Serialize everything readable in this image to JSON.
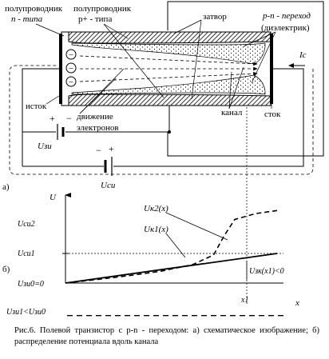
{
  "diagram_a": {
    "labels": {
      "n_semiconductor_line1": "полупроводник",
      "n_semiconductor_line2": "n - типа",
      "p_semiconductor_line1": "полупроводник",
      "p_semiconductor_line2": "p+ - типа",
      "gate": "затвор",
      "pn_junction_line1": "p-n - переход",
      "pn_junction_line2": "(диэлектрик)",
      "source": "исток",
      "drain": "сток",
      "electron_motion_line1": "движение",
      "electron_motion_line2": "электронов",
      "channel": "канал",
      "drain_current": "Ic",
      "gate_voltage": "Uзи",
      "drain_voltage": "Uси",
      "part_label": "а)",
      "electron_sign": "−"
    }
  },
  "chart_data": {
    "type": "line",
    "part_label": "б)",
    "ylabel": "U",
    "xlabel": "x",
    "y_ticks": [
      "Uси2",
      "Uси1",
      "Uзи0=0",
      "Uзи1<Uзи0"
    ],
    "x_ticks": [
      "x1"
    ],
    "series": [
      {
        "name": "Uк1(x)",
        "style": "solid",
        "x": [
          0,
          1
        ],
        "y": [
          0,
          1
        ]
      },
      {
        "name": "Uк2(x)",
        "style": "dashed",
        "x": [
          0,
          0.15,
          0.3,
          0.45,
          0.6,
          0.7,
          0.75,
          0.8,
          0.9,
          1
        ],
        "y": [
          0,
          0.12,
          0.25,
          0.4,
          0.62,
          0.95,
          1.6,
          2.15,
          2.35,
          2.45
        ]
      }
    ],
    "annotations": {
      "gate_channel_voltage": "Uзк(x1)<0"
    },
    "reference_lines": [
      {
        "label": "Uси1",
        "y": 1,
        "style": "dotted"
      },
      {
        "label": "Uзи1<Uзи0",
        "y": -1.1,
        "style": "dashed"
      },
      {
        "label": "x1",
        "x": 0.72,
        "style": "dotted"
      }
    ]
  },
  "caption": "Рис.6. Полевой транзистор с p-n - переходом: а) схематическое изображение; б) распределение потенциала вдоль канала"
}
